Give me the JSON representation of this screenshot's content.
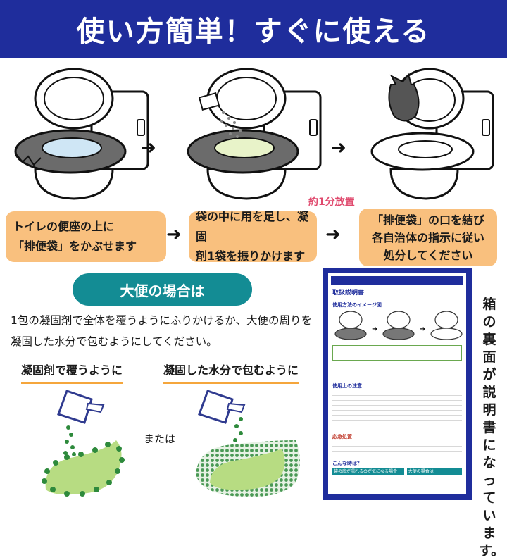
{
  "banner": {
    "title": "使い方簡単！すぐに使える"
  },
  "steps": [
    {
      "lines": [
        "トイレの便座の上に",
        "「排便袋」をかぶせます"
      ]
    },
    {
      "lines": [
        "袋の中に用を足し、凝固",
        "剤1袋を振りかけます"
      ]
    },
    {
      "lines": [
        "「排便袋」の口を結び",
        "各自治体の指示に従い",
        "処分してください"
      ]
    }
  ],
  "wait_label": "約1分放置",
  "section": {
    "title": "大便の場合は",
    "description": "1包の凝固剤で全体を覆うようにふりかけるか、大便の周りを凝固した水分で包むようにしてください。",
    "option_left": "凝固剤で覆うように",
    "option_right": "凝固した水分で包むように",
    "or_label": "または"
  },
  "manual": {
    "title": "取扱説明書",
    "usage_image_label": "使用方法のイメージ図",
    "cautions_label": "使用上の注意",
    "emergency_label": "応急処置",
    "when_label": "こんな時は？",
    "urine_case_label": "袋の底が濡れるのが気になる場合",
    "stool_case_label": "大便の場合は"
  },
  "side_note": "箱の裏面が説明書になっています。",
  "colors": {
    "banner": "#1f2d9c",
    "step_box": "#f9c07e",
    "accent_teal": "#138c94",
    "wait_label": "#e04a6e",
    "powder_green": "#2e8a3c",
    "stool_green": "#b7dc82",
    "underline_orange": "#f5a63c"
  }
}
